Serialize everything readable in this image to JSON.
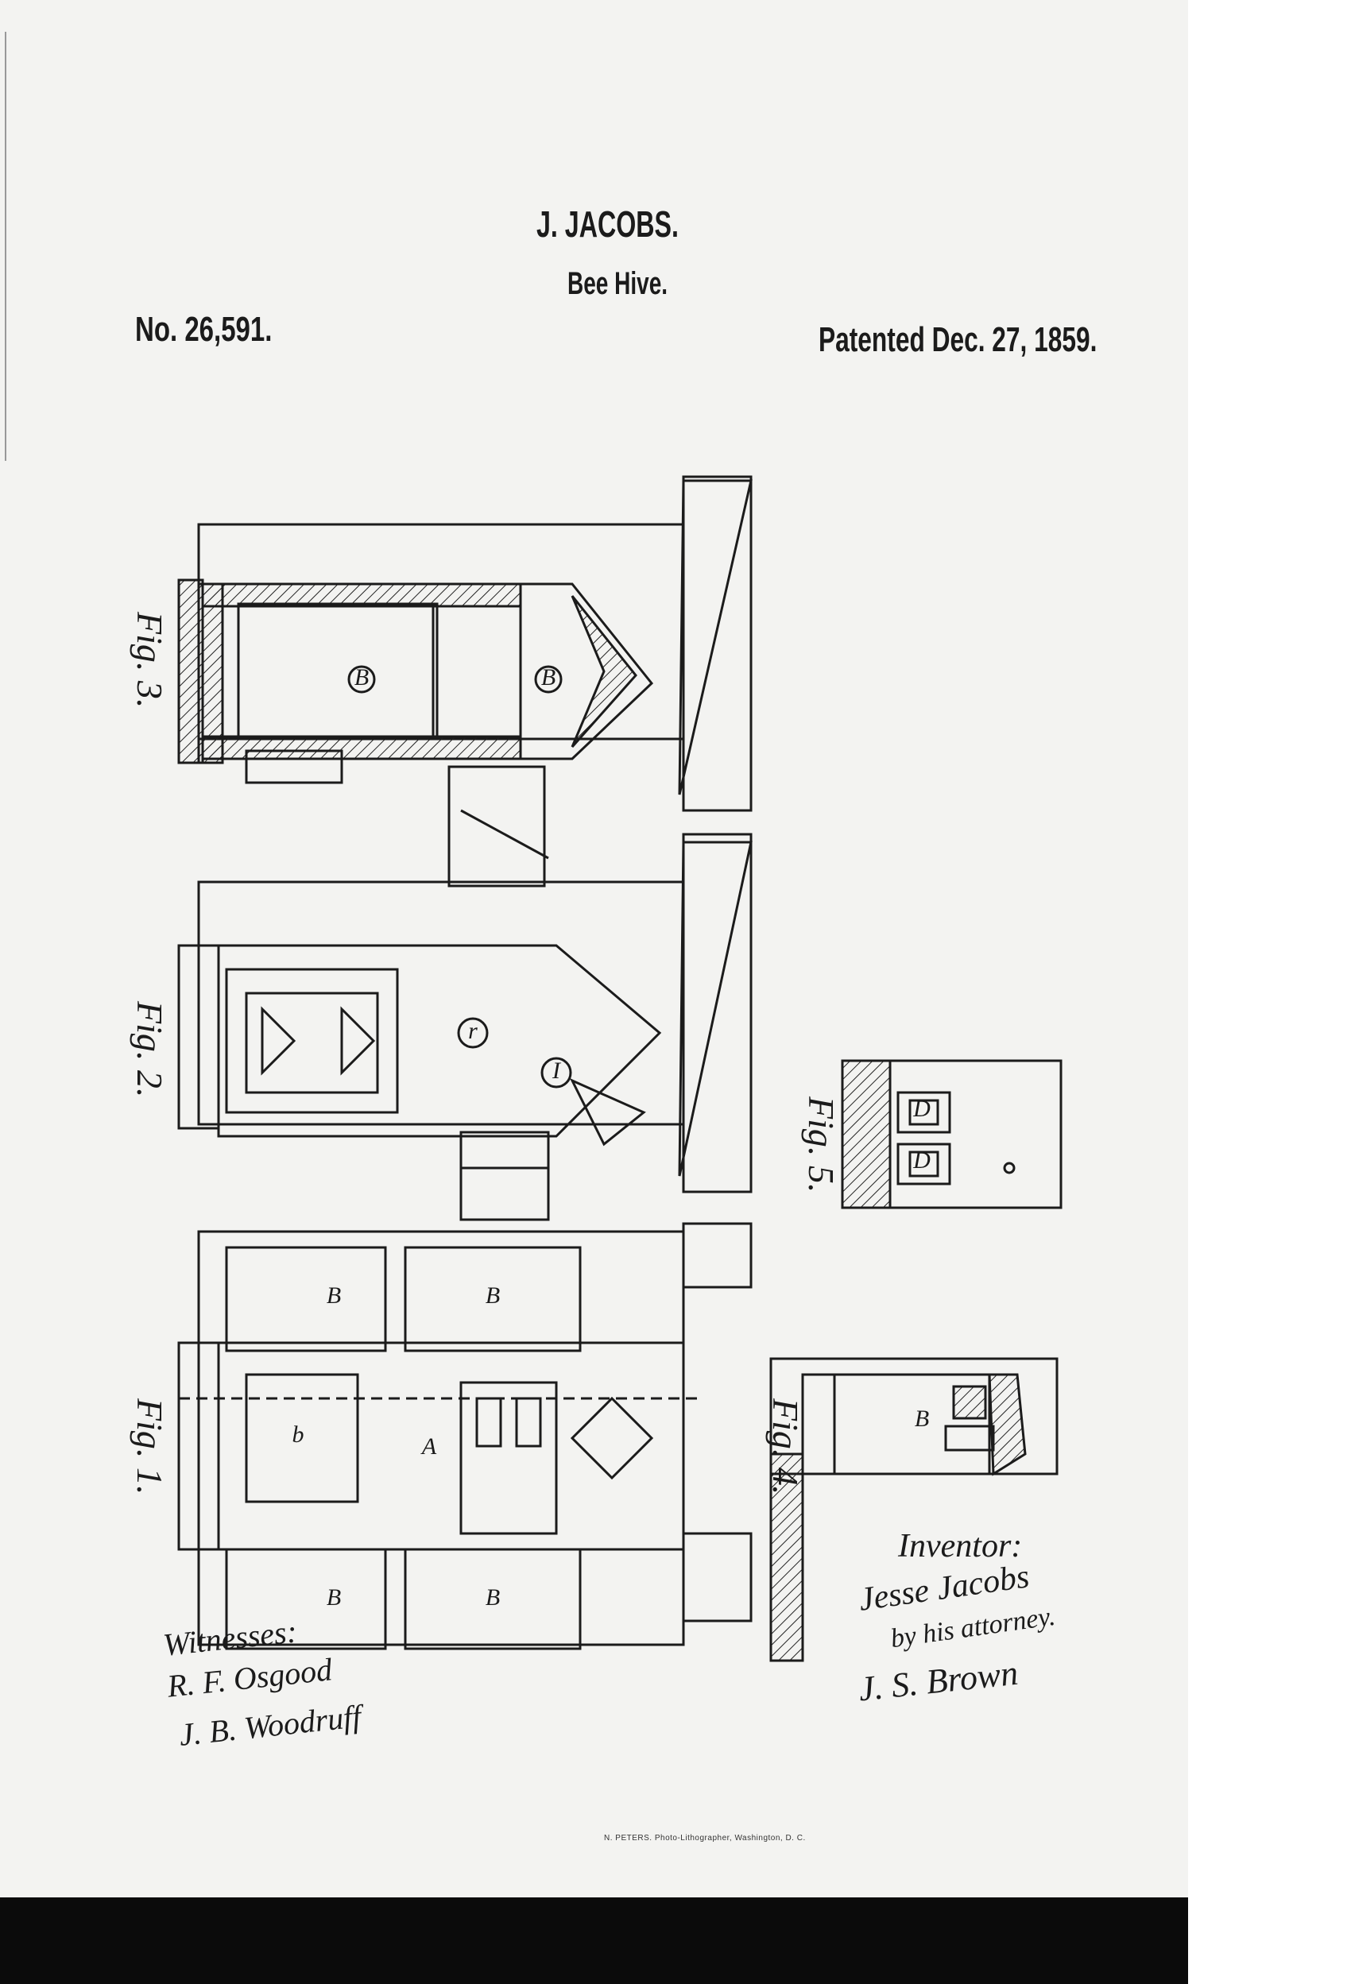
{
  "header": {
    "inventor": "J. JACOBS.",
    "title": "Bee Hive.",
    "patent_number": "No. 26,591.",
    "patented_date": "Patented Dec. 27, 1859."
  },
  "figures": {
    "fig1": "Fig. 1.",
    "fig2": "Fig. 2.",
    "fig3": "Fig. 3.",
    "fig4": "Fig. 4.",
    "fig5": "Fig. 5."
  },
  "signatures": {
    "witnesses_label": "Witnesses:",
    "witness_1": "R. F. Osgood",
    "witness_2": "J. B. Woodruff",
    "inventor_label": "Inventor:",
    "inventor_name": "Jesse Jacobs",
    "attorney_label": "by his attorney.",
    "attorney_name": "J. S. Brown"
  },
  "footer": {
    "credit": "N. PETERS. Photo-Lithographer, Washington, D. C."
  }
}
